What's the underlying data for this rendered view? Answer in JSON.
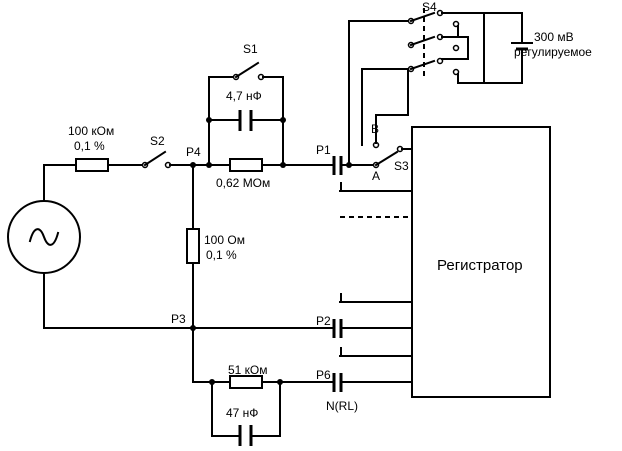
{
  "labels": {
    "r_series_value": "100 кОм",
    "r_series_tol": "0,1 %",
    "s2": "S2",
    "p4": "P4",
    "s1": "S1",
    "c1": "4,7 нФ",
    "r_062": "0,62 МОм",
    "p1": "P1",
    "s4": "S4",
    "battery_value": "300 мВ",
    "battery_note": "регулируемое",
    "b": "B",
    "a": "A",
    "s3": "S3",
    "r_shunt_value": "100 Ом",
    "r_shunt_tol": "0,1 %",
    "recorder": "Регистратор",
    "p3": "P3",
    "p2": "P2",
    "r_51k": "51 кОм",
    "p6": "P6",
    "c2": "47 нФ",
    "nrl": "N(RL)"
  }
}
